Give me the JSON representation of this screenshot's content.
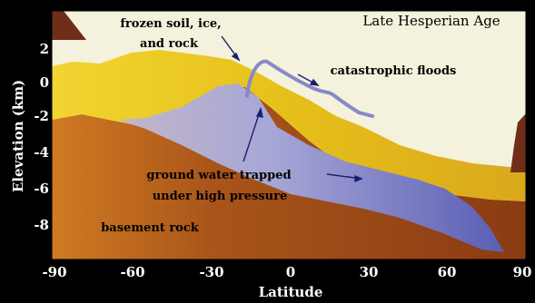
{
  "title": "Late Hesperian Age",
  "axes": {
    "x_label": "Latitude",
    "y_label": "Elevation (km)",
    "x_ticks": [
      "-90",
      "-60",
      "-30",
      "0",
      "30",
      "60",
      "90"
    ],
    "y_ticks": [
      "2",
      "0",
      "-2",
      "-4",
      "-6",
      "-8"
    ]
  },
  "annotations": {
    "frozen_line1": "frozen soil, ice,",
    "frozen_line2": "and rock",
    "floods": "catastrophic floods",
    "groundwater_line1": "ground water trapped",
    "groundwater_line2": "under high pressure",
    "basement": "basement rock"
  },
  "colors": {
    "background": "#000000",
    "sky": "#f4f1dc",
    "frozen_layer": "#e8c21a",
    "water": "#7075c2",
    "basement": "#9e4a14",
    "rock_outcrop": "#6e2e18",
    "text": "#000000"
  }
}
